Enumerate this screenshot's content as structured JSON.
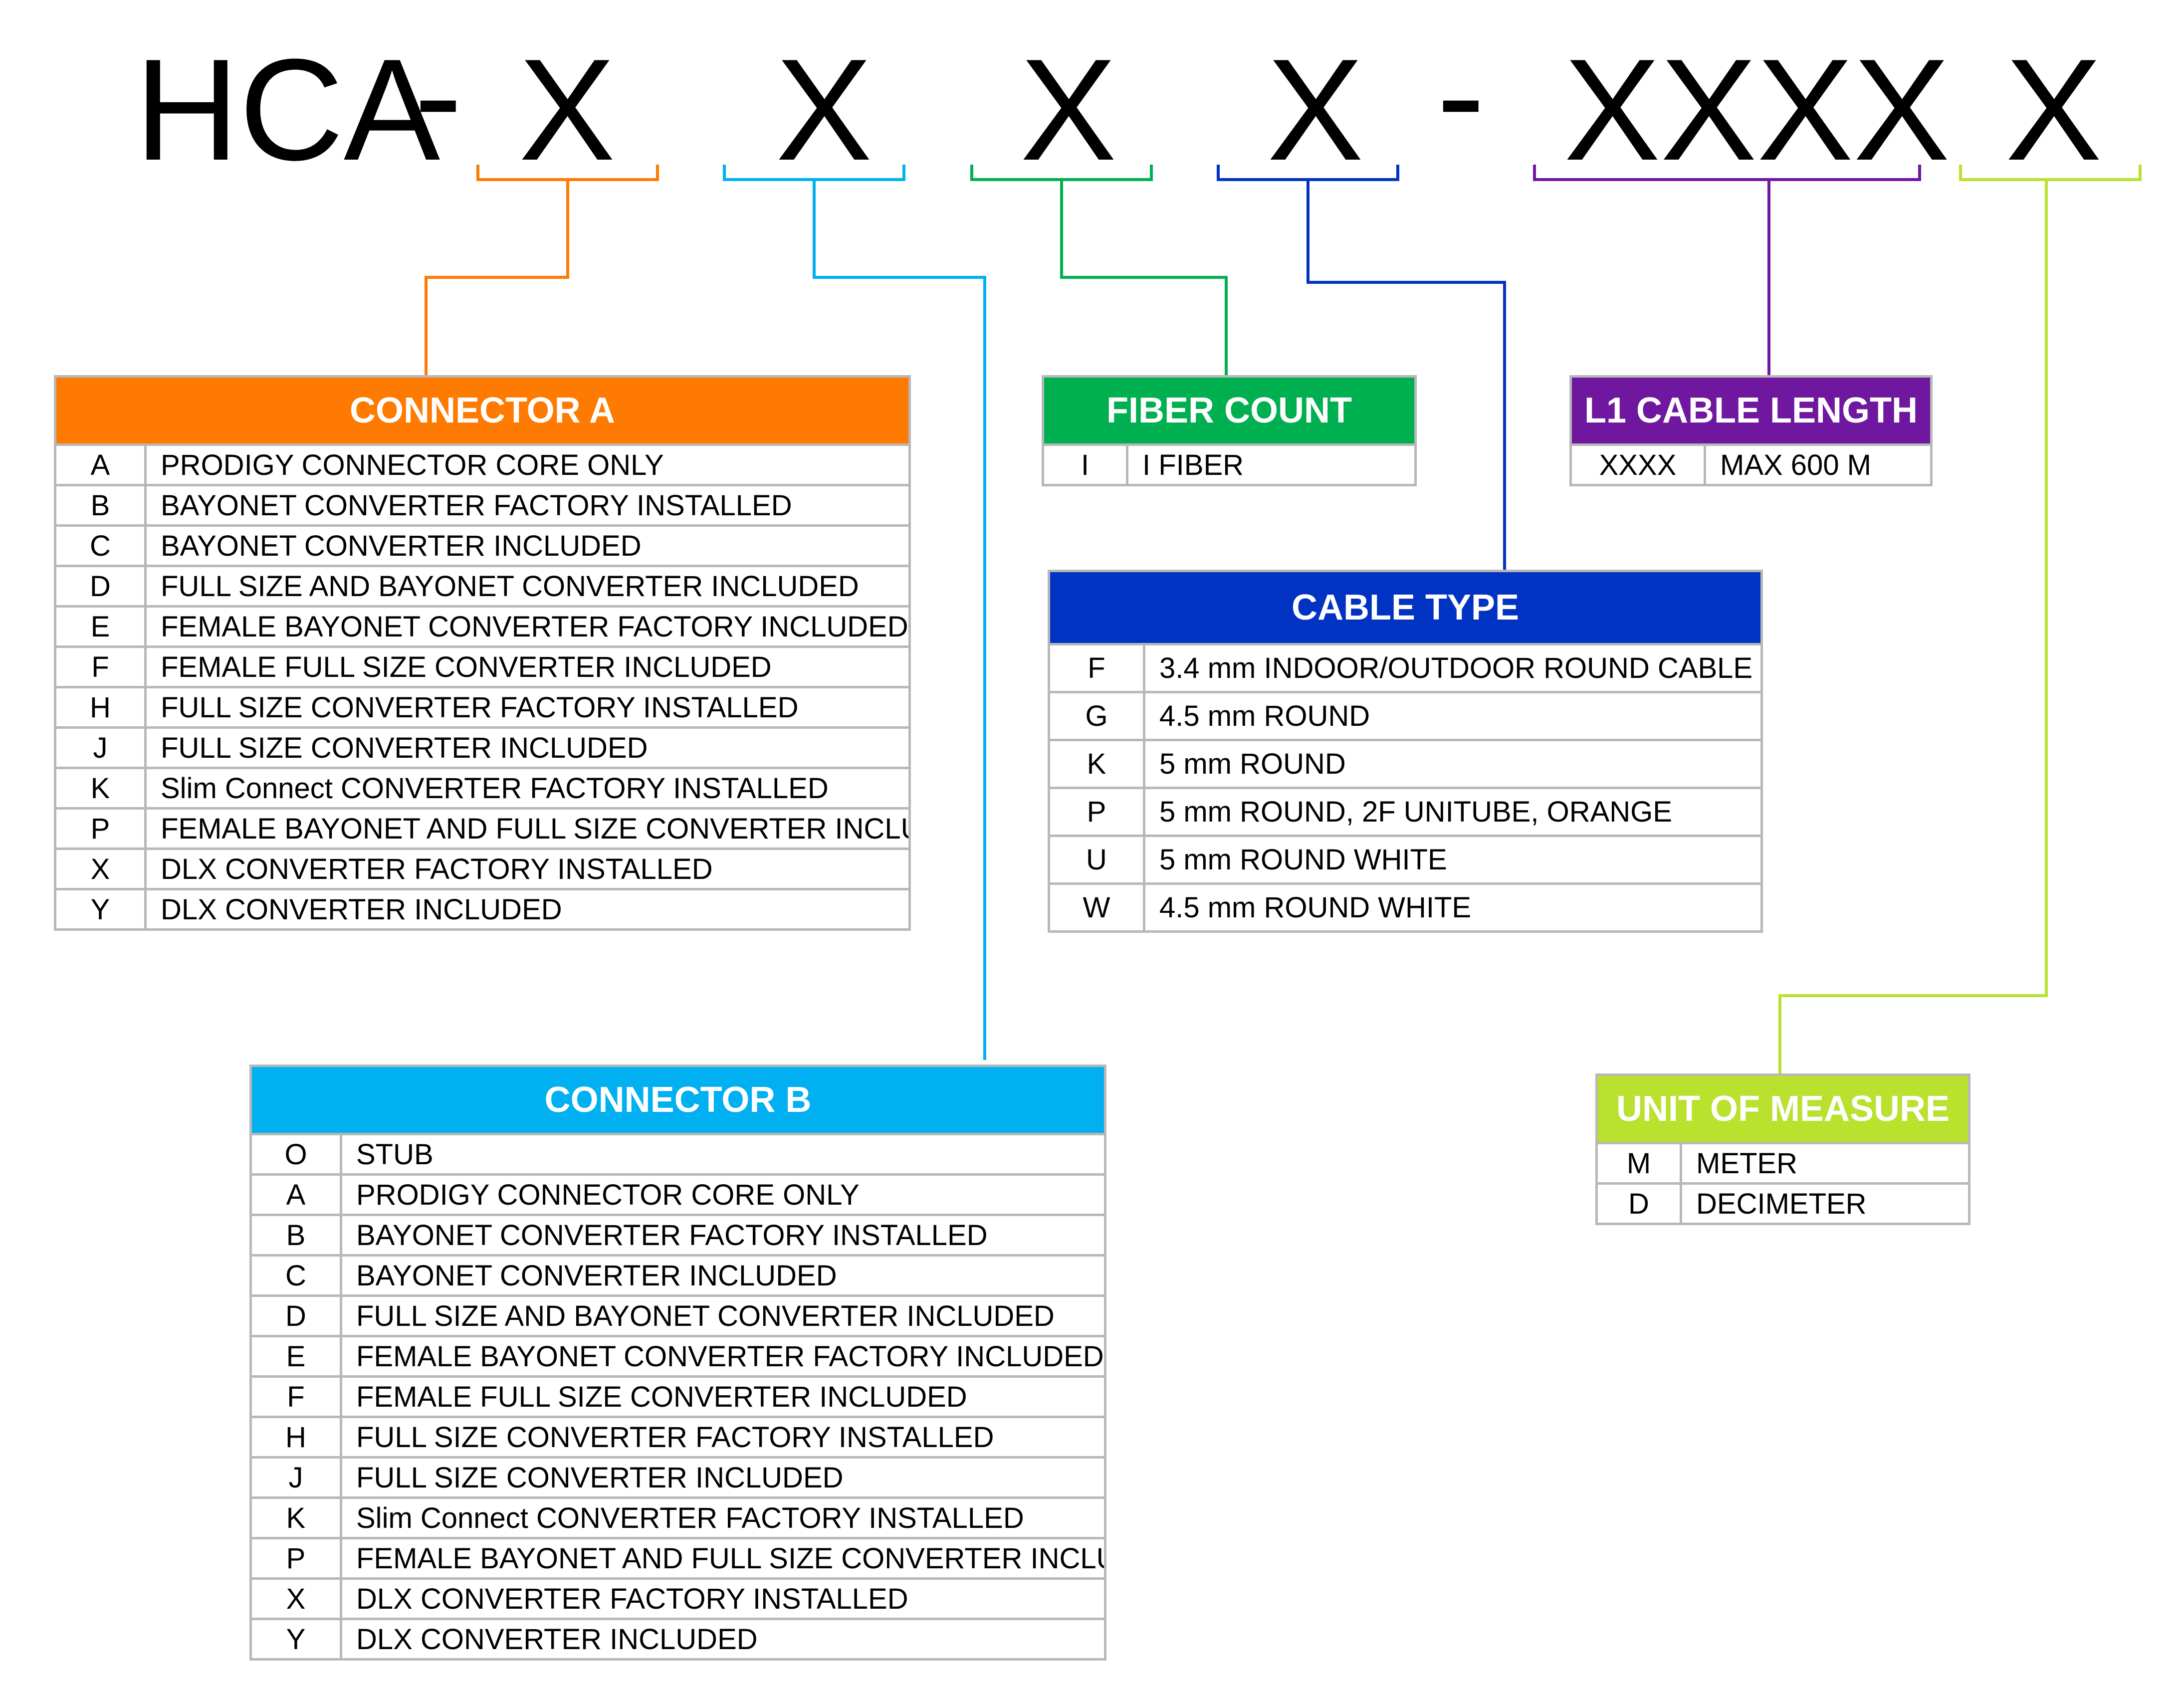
{
  "code": {
    "prefix": "HCA",
    "dash1": "-",
    "x1": "X",
    "x2": "X",
    "x3": "X",
    "x4": "X",
    "dash2": "-",
    "x5": "XXXX",
    "x6": "X"
  },
  "colors": {
    "connector_a": "#FF7A00",
    "connector_b": "#00B0F0",
    "fiber_count": "#00B050",
    "cable_type": "#0033C2",
    "cable_length": "#7017A0",
    "unit_of_measure": "#B9E12E"
  },
  "connector_a": {
    "title": "CONNECTOR A",
    "rows": [
      {
        "code": "A",
        "desc": "PRODIGY CONNECTOR CORE ONLY"
      },
      {
        "code": "B",
        "desc": "BAYONET CONVERTER FACTORY INSTALLED"
      },
      {
        "code": "C",
        "desc": "BAYONET CONVERTER INCLUDED"
      },
      {
        "code": "D",
        "desc": "FULL SIZE AND BAYONET CONVERTER INCLUDED"
      },
      {
        "code": "E",
        "desc": "FEMALE BAYONET CONVERTER FACTORY INCLUDED"
      },
      {
        "code": "F",
        "desc": "FEMALE FULL SIZE CONVERTER INCLUDED"
      },
      {
        "code": "H",
        "desc": "FULL SIZE CONVERTER FACTORY INSTALLED"
      },
      {
        "code": "J",
        "desc": "FULL SIZE CONVERTER INCLUDED"
      },
      {
        "code": "K",
        "desc": "Slim Connect CONVERTER FACTORY INSTALLED"
      },
      {
        "code": "P",
        "desc": "FEMALE BAYONET AND FULL SIZE CONVERTER INCLUDED"
      },
      {
        "code": "X",
        "desc": "DLX CONVERTER FACTORY INSTALLED"
      },
      {
        "code": "Y",
        "desc": "DLX CONVERTER INCLUDED"
      }
    ]
  },
  "connector_b": {
    "title": "CONNECTOR B",
    "rows": [
      {
        "code": "O",
        "desc": "STUB"
      },
      {
        "code": "A",
        "desc": "PRODIGY CONNECTOR CORE ONLY"
      },
      {
        "code": "B",
        "desc": "BAYONET CONVERTER FACTORY INSTALLED"
      },
      {
        "code": "C",
        "desc": "BAYONET CONVERTER INCLUDED"
      },
      {
        "code": "D",
        "desc": "FULL SIZE AND BAYONET CONVERTER INCLUDED"
      },
      {
        "code": "E",
        "desc": "FEMALE BAYONET CONVERTER FACTORY INCLUDED"
      },
      {
        "code": "F",
        "desc": "FEMALE FULL SIZE CONVERTER INCLUDED"
      },
      {
        "code": "H",
        "desc": "FULL SIZE CONVERTER FACTORY INSTALLED"
      },
      {
        "code": "J",
        "desc": "FULL SIZE CONVERTER INCLUDED"
      },
      {
        "code": "K",
        "desc": "Slim Connect CONVERTER FACTORY INSTALLED"
      },
      {
        "code": "P",
        "desc": "FEMALE BAYONET AND FULL SIZE CONVERTER INCLUDED"
      },
      {
        "code": "X",
        "desc": "DLX CONVERTER FACTORY INSTALLED"
      },
      {
        "code": "Y",
        "desc": "DLX CONVERTER INCLUDED"
      }
    ]
  },
  "fiber_count": {
    "title": "FIBER COUNT",
    "rows": [
      {
        "code": "I",
        "desc": "I FIBER"
      }
    ]
  },
  "cable_type": {
    "title": "CABLE TYPE",
    "rows": [
      {
        "code": "F",
        "desc": "3.4 mm INDOOR/OUTDOOR ROUND CABLE"
      },
      {
        "code": "G",
        "desc": "4.5 mm ROUND"
      },
      {
        "code": "K",
        "desc": "5 mm ROUND"
      },
      {
        "code": "P",
        "desc": "5 mm ROUND, 2F UNITUBE, ORANGE"
      },
      {
        "code": "U",
        "desc": "5 mm ROUND WHITE"
      },
      {
        "code": "W",
        "desc": "4.5 mm ROUND WHITE"
      }
    ]
  },
  "cable_length": {
    "title": "L1 CABLE LENGTH",
    "rows": [
      {
        "code": "XXXX",
        "desc": "MAX 600 M"
      }
    ]
  },
  "unit_of_measure": {
    "title": "UNIT OF MEASURE",
    "rows": [
      {
        "code": "M",
        "desc": "METER"
      },
      {
        "code": "D",
        "desc": "DECIMETER"
      }
    ]
  }
}
